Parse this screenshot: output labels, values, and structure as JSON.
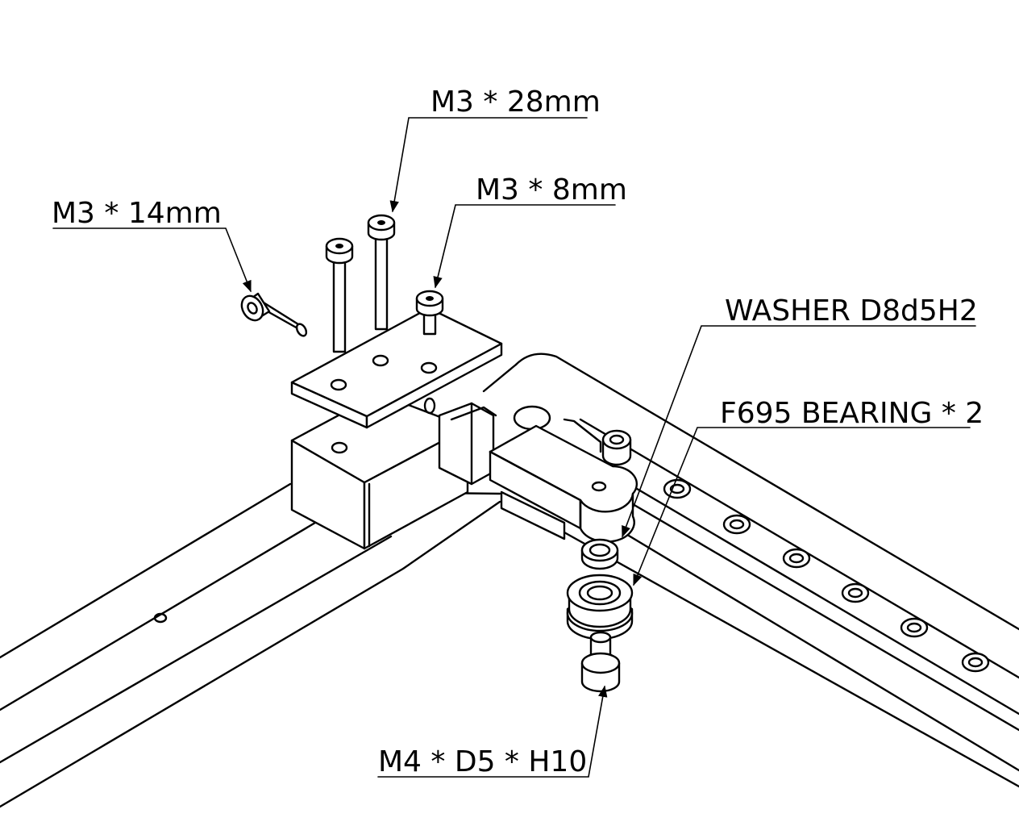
{
  "labels": {
    "m3_28": "M3 * 28mm",
    "m3_14": "M3 * 14mm",
    "m3_8": "M3 * 8mm",
    "washer": "WASHER D8d5H2",
    "bearing": "F695 BEARING * 2",
    "m4": "M4 * D5 * H10"
  },
  "colors": {
    "line": "#000000",
    "background": "#ffffff"
  }
}
